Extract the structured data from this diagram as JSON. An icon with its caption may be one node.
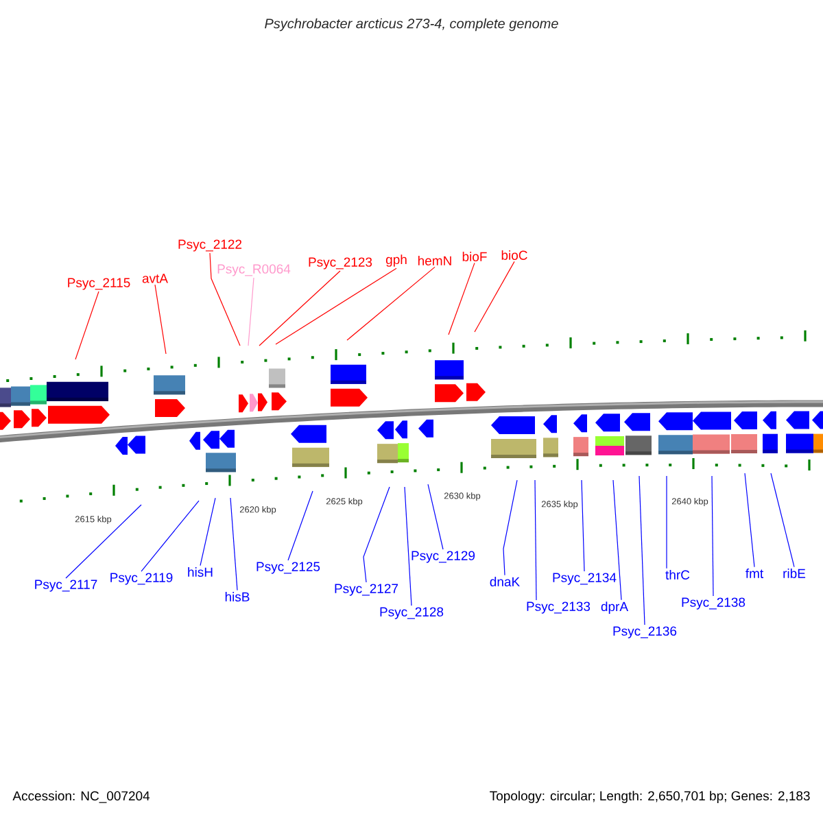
{
  "diagram": {
    "title": "Psychrobacter arcticus 273-4, complete genome",
    "nodes": [
      {
        "text": [
          "Psyc_2115"
        ]
      },
      {
        "text": [
          "avtA"
        ]
      },
      {
        "text": [
          "Psyc_2122"
        ]
      },
      {
        "text": [
          "Psyc_R0064"
        ]
      },
      {
        "text": [
          "Psyc_2123"
        ]
      },
      {
        "text": [
          "gph"
        ]
      },
      {
        "text": [
          "hemN"
        ]
      },
      {
        "text": [
          "bioF"
        ]
      },
      {
        "text": [
          "bioC"
        ]
      },
      {
        "text": [
          "Psyc_2117"
        ]
      },
      {
        "text": [
          "Psyc_2119"
        ]
      },
      {
        "text": [
          "hisH"
        ]
      },
      {
        "text": [
          "hisB"
        ]
      },
      {
        "text": [
          "Psyc_2125"
        ]
      },
      {
        "text": [
          "Psyc_2127"
        ]
      },
      {
        "text": [
          "Psyc_2128"
        ]
      },
      {
        "text": [
          "Psyc_2129"
        ]
      },
      {
        "text": [
          "dnaK"
        ]
      },
      {
        "text": [
          "Psyc_2133"
        ]
      },
      {
        "text": [
          "Psyc_2134"
        ]
      },
      {
        "text": [
          "dprA"
        ]
      },
      {
        "text": [
          "Psyc_2136"
        ]
      },
      {
        "text": [
          "thrC"
        ]
      },
      {
        "text": [
          "Psyc_2138"
        ]
      },
      {
        "text": [
          "fmt"
        ]
      },
      {
        "text": [
          "ribE"
        ]
      }
    ],
    "edges": [
      {
        "from": 0,
        "to": null,
        "arrow": "none",
        "color": "#ff0000"
      },
      {
        "from": 1,
        "to": null,
        "arrow": "none",
        "color": "#ff0000"
      },
      {
        "from": 2,
        "to": null,
        "arrow": "none",
        "color": "#ff0000"
      },
      {
        "from": 3,
        "to": null,
        "arrow": "none",
        "color": "#ff99cc"
      },
      {
        "from": 4,
        "to": null,
        "arrow": "none",
        "color": "#ff0000"
      },
      {
        "from": 5,
        "to": null,
        "arrow": "none",
        "color": "#ff0000"
      },
      {
        "from": 6,
        "to": null,
        "arrow": "none",
        "color": "#ff0000"
      },
      {
        "from": 7,
        "to": null,
        "arrow": "none",
        "color": "#ff0000"
      },
      {
        "from": 8,
        "to": null,
        "arrow": "none",
        "color": "#ff0000"
      },
      {
        "from": 9,
        "to": null,
        "arrow": "none"
      },
      {
        "from": 10,
        "to": null,
        "arrow": "none"
      },
      {
        "from": 11,
        "to": null,
        "arrow": "none"
      },
      {
        "from": 12,
        "to": null,
        "arrow": "none"
      },
      {
        "from": 13,
        "to": null,
        "arrow": "none"
      },
      {
        "from": 14,
        "to": null,
        "arrow": "none"
      },
      {
        "from": 15,
        "to": null,
        "arrow": "none"
      },
      {
        "from": 16,
        "to": null,
        "arrow": "none"
      },
      {
        "from": 17,
        "to": null,
        "arrow": "none"
      },
      {
        "from": 18,
        "to": null,
        "arrow": "none"
      },
      {
        "from": 19,
        "to": null,
        "arrow": "none"
      },
      {
        "from": 20,
        "to": null,
        "arrow": "none"
      },
      {
        "from": 21,
        "to": null,
        "arrow": "none"
      },
      {
        "from": 22,
        "to": null,
        "arrow": "none"
      },
      {
        "from": 23,
        "to": null,
        "arrow": "none"
      },
      {
        "from": 24,
        "to": null,
        "arrow": "none"
      },
      {
        "from": 25,
        "to": null,
        "arrow": "none"
      }
    ],
    "labels": [
      "2615 kbp",
      "2620 kbp",
      "2625 kbp",
      "2630 kbp",
      "2635 kbp",
      "2640 kbp",
      "Accession: NC_007204",
      "Topology: circular; Length: 2,650,701 bp; Genes: 2,183"
    ]
  }
}
